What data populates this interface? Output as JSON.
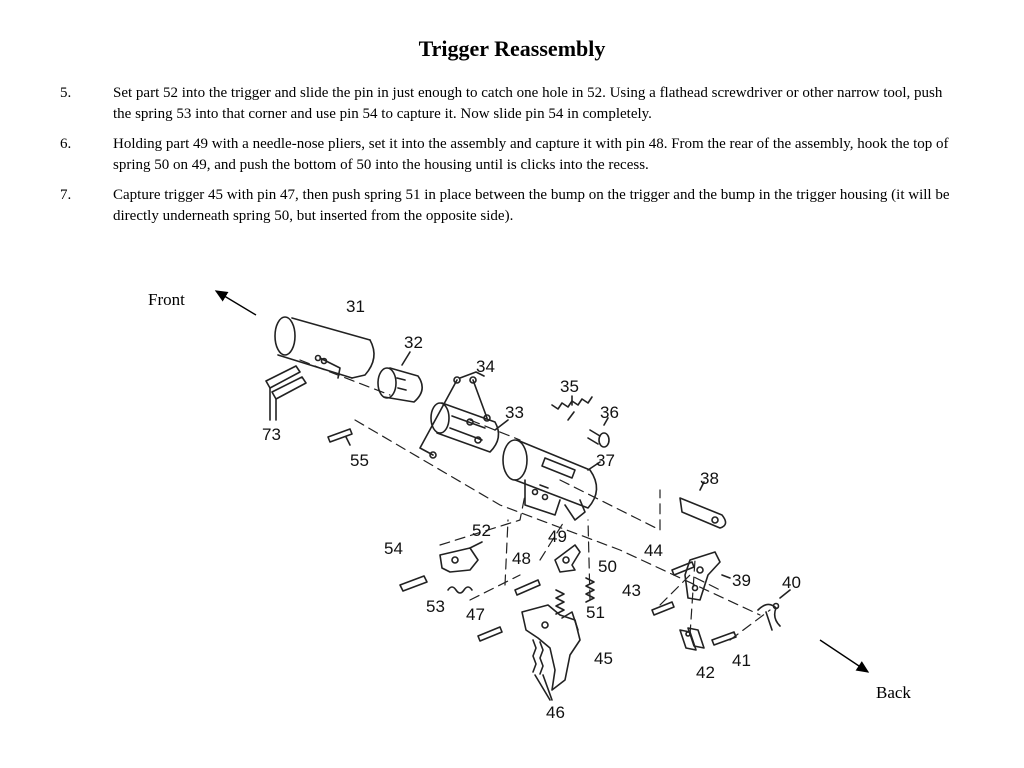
{
  "title": "Trigger Reassembly",
  "steps": [
    {
      "num": "5.",
      "text": "Set part 52 into the trigger and slide the pin in just enough to catch one hole in 52.  Using a flathead screwdriver or other narrow tool, push the spring 53 into that corner and use pin 54 to capture it.  Now slide pin 54 in completely."
    },
    {
      "num": "6.",
      "text": "Holding part 49 with a needle-nose pliers, set it into the assembly and capture it with pin 48.  From the rear of the assembly, hook the top of spring 50 on 49, and push the bottom of 50 into the housing until is clicks into the recess."
    },
    {
      "num": "7.",
      "text": "Capture trigger 45 with pin 47, then push spring 51 in place between the bump on the trigger and the bump in the trigger housing (it will be directly underneath spring 50, but inserted from the opposite side)."
    }
  ],
  "diagram": {
    "front_label": "Front",
    "back_label": "Back",
    "parts": {
      "p31": "31",
      "p32": "32",
      "p33": "33",
      "p34": "34",
      "p35": "35",
      "p36": "36",
      "p37": "37",
      "p38": "38",
      "p39": "39",
      "p40": "40",
      "p41": "41",
      "p42": "42",
      "p43": "43",
      "p44": "44",
      "p45": "45",
      "p46": "46",
      "p47": "47",
      "p48": "48",
      "p49": "49",
      "p50": "50",
      "p51": "51",
      "p52": "52",
      "p53": "53",
      "p54": "54",
      "p55": "55",
      "p73": "73"
    }
  }
}
